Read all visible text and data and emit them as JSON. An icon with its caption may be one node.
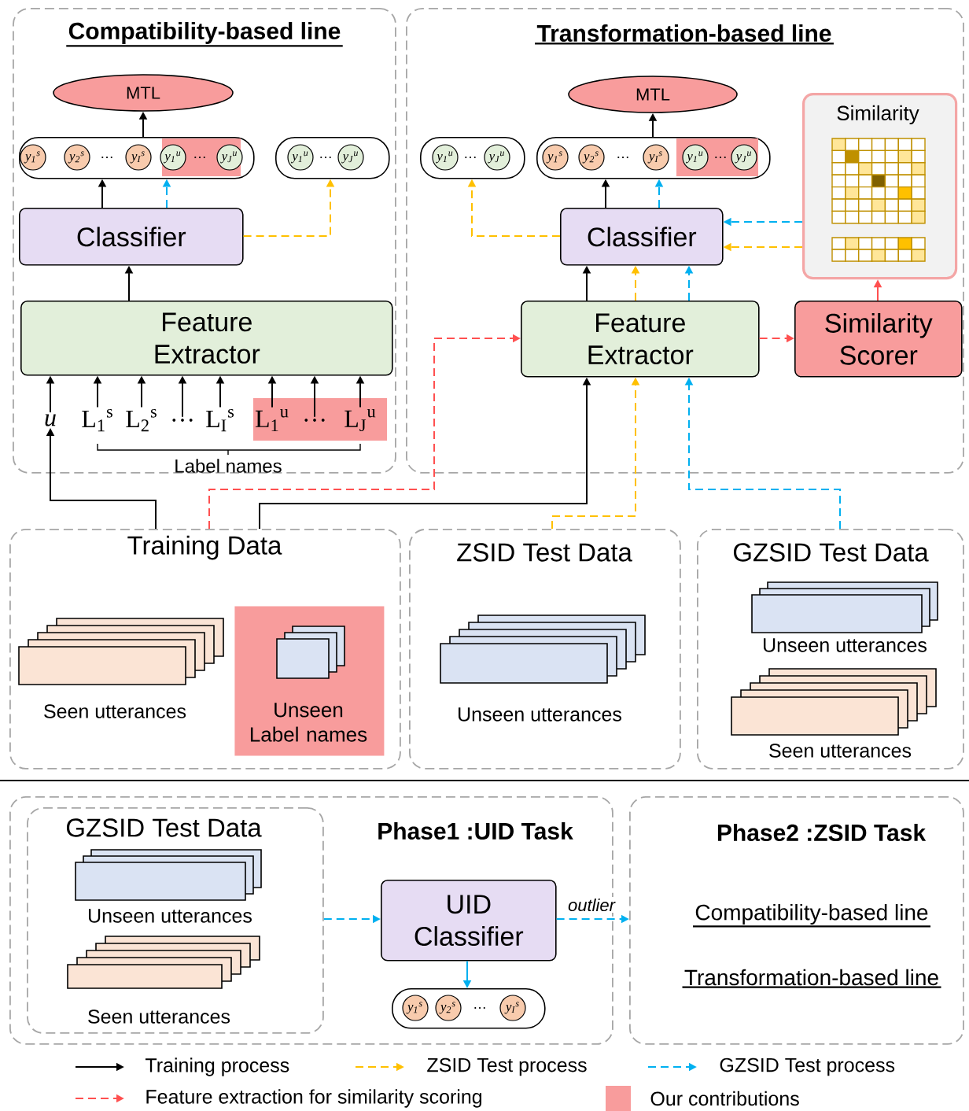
{
  "diagram": {
    "nodes": [
      {
        "text": [
          "Compatibility-based line"
        ]
      },
      {
        "text": [
          "MTL"
        ],
        "in": 0
      },
      {
        "text": [
          "*y*$_{1}$$^{s}$",
          "*y*$_{2}$$^{s}$",
          "…",
          "*y*$_{I}$$^{s}$",
          "*y*$_{1}$$^{u}$",
          "…",
          "*y*$_{J}$$^{u}$"
        ],
        "in": 0
      },
      {
        "text": [
          "*y*$_{1}$$^{u}$",
          "…",
          "*y*$_{J}$$^{u}$"
        ],
        "in": 0
      },
      {
        "text": [
          "Classifier"
        ],
        "in": 0
      },
      {
        "text": [
          "Feature Extractor"
        ],
        "in": 0
      },
      {
        "text": [
          "u"
        ],
        "in": 0
      },
      {
        "text": [
          "L$_{1}$$^{s}$"
        ],
        "in": 0
      },
      {
        "text": [
          "L$_{2}$$^{s}$"
        ],
        "in": 0
      },
      {
        "text": [
          "…"
        ],
        "in": 0
      },
      {
        "text": [
          "L$_{I}$$^{s}$"
        ],
        "in": 0
      },
      {
        "text": [
          "L$_{1}$$^{u}$"
        ],
        "in": 0
      },
      {
        "text": [
          "…"
        ],
        "in": 0
      },
      {
        "text": [
          "L$_{J}$$^{u}$"
        ],
        "in": 0
      },
      {
        "text": [
          "Transformation-based line"
        ]
      },
      {
        "text": [
          "MTL"
        ],
        "in": 14
      },
      {
        "text": [
          "*y*$_{1}$$^{u}$",
          "…",
          "*y*$_{J}$$^{u}$"
        ],
        "in": 14
      },
      {
        "text": [
          "*y*$_{1}$$^{s}$",
          "*y*$_{2}$$^{s}$",
          "…",
          "*y*$_{I}$$^{s}$",
          "*y*$_{1}$$^{u}$",
          "…",
          "*y*$_{J}$$^{u}$"
        ],
        "in": 14
      },
      {
        "text": [
          "Classifier"
        ],
        "in": 14
      },
      {
        "text": [
          "Feature Extractor"
        ],
        "in": 14
      },
      {
        "text": [
          "Similarity"
        ],
        "in": 14
      },
      {
        "text": [
          "Similarity Scorer"
        ],
        "in": 14
      },
      {
        "text": [
          "Training Data"
        ]
      },
      {
        "text": [
          "Unseen Label names"
        ],
        "in": 22
      },
      {
        "text": [
          "ZSID Test Data"
        ]
      },
      {
        "text": [
          "GZSID Test Data"
        ]
      },
      {
        "text": [
          "Phase1 :UID Task"
        ]
      },
      {
        "text": [
          "GZSID Test Data"
        ],
        "in": 26
      },
      {
        "text": [
          "UID Classifier"
        ],
        "in": 26
      },
      {
        "text": [
          "*y*$_{1}$$^{s}$",
          "*y*$_{2}$$^{s}$",
          "…",
          "*y*$_{I}$$^{s}$"
        ],
        "in": 26
      },
      {
        "text": [
          "Phase2 :ZSID Task",
          "Compatibility-based line",
          "Transformation-based line"
        ]
      }
    ],
    "edges": [
      {
        "from": 2,
        "to": 1,
        "arrow": "to"
      },
      {
        "from": 4,
        "to": 2,
        "arrow": "to"
      },
      {
        "from": 4,
        "to": 2,
        "arrow": "to",
        "style": "dashed",
        "color": "#00b0f0"
      },
      {
        "from": 4,
        "to": 3,
        "arrow": "to",
        "style": "dashed",
        "color": "#ffc000"
      },
      {
        "from": 5,
        "to": 4,
        "arrow": "to"
      },
      {
        "from": 6,
        "to": 5,
        "arrow": "to"
      },
      {
        "from": 7,
        "to": 5,
        "arrow": "to"
      },
      {
        "from": 8,
        "to": 5,
        "arrow": "to"
      },
      {
        "from": 9,
        "to": 5,
        "arrow": "to"
      },
      {
        "from": 10,
        "to": 5,
        "arrow": "to"
      },
      {
        "from": 11,
        "to": 5,
        "arrow": "to"
      },
      {
        "from": 12,
        "to": 5,
        "arrow": "to"
      },
      {
        "from": 13,
        "to": 5,
        "arrow": "to"
      },
      {
        "from": 22,
        "to": 6,
        "arrow": "to"
      },
      {
        "from": 17,
        "to": 15,
        "arrow": "to"
      },
      {
        "from": 18,
        "to": 17,
        "arrow": "to"
      },
      {
        "from": 18,
        "to": 17,
        "arrow": "to",
        "style": "dashed",
        "color": "#00b0f0"
      },
      {
        "from": 18,
        "to": 16,
        "arrow": "to",
        "style": "dashed",
        "color": "#ffc000"
      },
      {
        "from": 19,
        "to": 18,
        "arrow": "to"
      },
      {
        "from": 19,
        "to": 18,
        "arrow": "to",
        "style": "dashed",
        "color": "#ffc000"
      },
      {
        "from": 19,
        "to": 18,
        "arrow": "to",
        "style": "dashed",
        "color": "#00b0f0"
      },
      {
        "from": 20,
        "to": 18,
        "arrow": "to",
        "style": "dashed",
        "color": "#00b0f0"
      },
      {
        "from": 20,
        "to": 18,
        "arrow": "to",
        "style": "dashed",
        "color": "#ffc000"
      },
      {
        "from": 21,
        "to": 20,
        "arrow": "to",
        "color": "#ff5050"
      },
      {
        "from": 19,
        "to": 21,
        "arrow": "to",
        "style": "dashed",
        "color": "#ff5050"
      },
      {
        "from": 22,
        "to": 19,
        "arrow": "to",
        "style": "dashed",
        "color": "#ff5050"
      },
      {
        "from": 22,
        "to": 19,
        "arrow": "to"
      },
      {
        "from": 24,
        "to": 19,
        "arrow": "to",
        "style": "dashed",
        "color": "#ffc000"
      },
      {
        "from": 25,
        "to": 19,
        "arrow": "to",
        "style": "dashed",
        "color": "#00b0f0"
      },
      {
        "from": 27,
        "to": 28,
        "arrow": "to",
        "style": "dashed",
        "color": "#00b0f0"
      },
      {
        "from": 28,
        "to": 29,
        "arrow": "to",
        "color": "#00b0f0"
      },
      {
        "from": 28,
        "to": 30,
        "arrow": "to",
        "style": "dashed",
        "color": "#00b0f0",
        "label": "outlier"
      }
    ],
    "labels": [
      "Label names",
      "Seen utterances",
      "Unseen utterances",
      "Unseen utterances",
      "Seen utterances",
      "Unseen utterances",
      "Seen utterances"
    ],
    "legend": [
      {
        "text": "Training process"
      },
      {
        "text": "ZSID Test process"
      },
      {
        "text": "GZSID Test process"
      },
      {
        "text": "Feature extraction  for similarity scoring"
      },
      {
        "text": "Our contributions",
        "color": "#f89c9c"
      }
    ]
  }
}
